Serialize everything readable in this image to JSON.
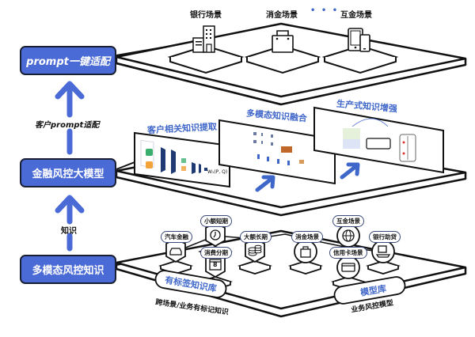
{
  "layers": [
    {
      "label": "prompt一键适配"
    },
    {
      "label": "金融风控大模型"
    },
    {
      "label": "多模态风控知识"
    }
  ],
  "connectors": {
    "upper_arrow_label": "客户prompt适配",
    "lower_arrow_label": "知识"
  },
  "top_plane": {
    "scenes": [
      {
        "label": "银行场景",
        "icon": "bank-building-icon"
      },
      {
        "label": "消金场景",
        "icon": "shopping-bag-icon"
      },
      {
        "label": "互金场景",
        "icon": "mobile-devices-icon"
      }
    ],
    "ellipsis": "• • •"
  },
  "middle_plane": {
    "panels": [
      {
        "title": "客户相关知识提取",
        "formula": "W₁(P, Q)"
      },
      {
        "title": "多模态知识融合"
      },
      {
        "title": "生产式知识增强"
      }
    ]
  },
  "bottom_plane": {
    "left_group": [
      {
        "label": "汽车金融",
        "icon": "car-icon"
      },
      {
        "label": "小额短期",
        "icon": "clock-icon"
      },
      {
        "label": "消费分期",
        "icon": "calendar-icon",
        "value": "8"
      },
      {
        "label": "大额长期",
        "icon": "coins-icon"
      }
    ],
    "right_group": [
      {
        "label": "消金场景",
        "icon": "shopping-bag-icon"
      },
      {
        "label": "互金场景",
        "icon": "globe-icon"
      },
      {
        "label": "信用卡场景",
        "icon": "credit-card-icon"
      },
      {
        "label": "银行助贷",
        "icon": "bank-terminal-icon"
      }
    ],
    "left_library": {
      "title": "有标签知识库",
      "subtitle": "跨场景/业务有标记知识"
    },
    "right_library": {
      "title": "模型库",
      "subtitle": "业务风控模型"
    }
  },
  "colors": {
    "accent_blue": "#4a6ad6",
    "title_blue": "#3f66c9",
    "outline": "#111111"
  }
}
